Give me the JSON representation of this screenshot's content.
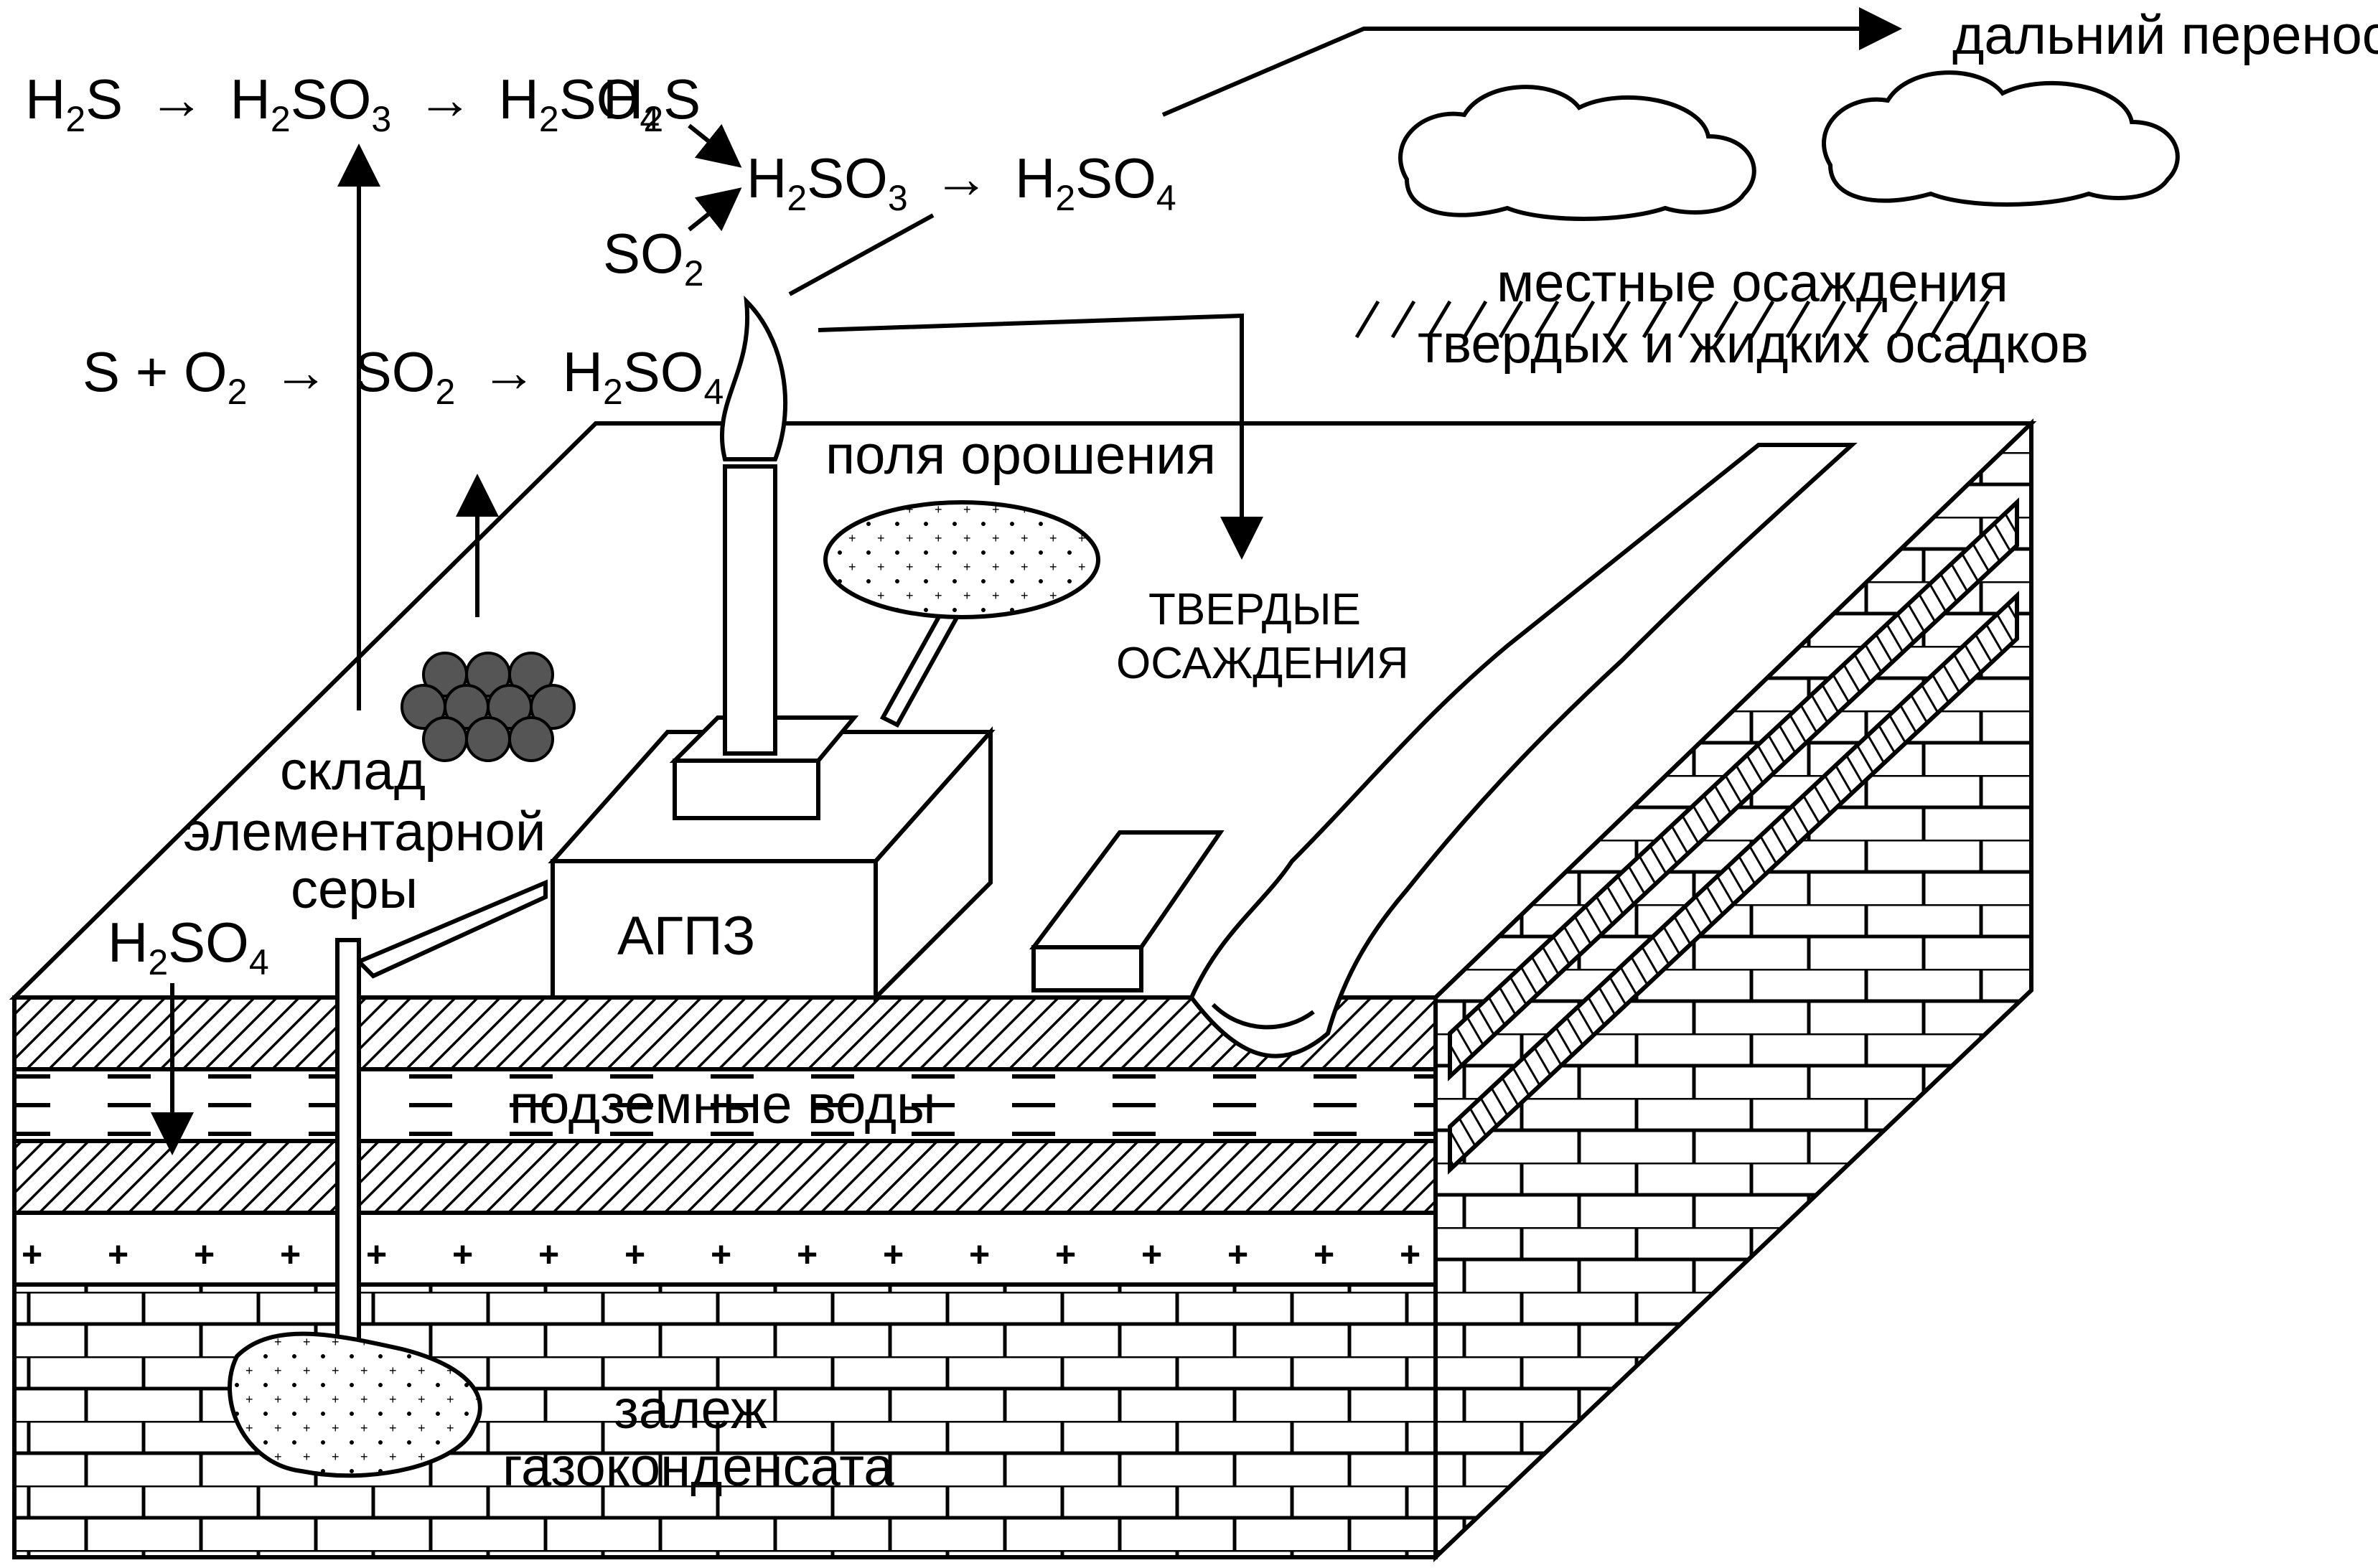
{
  "labels": {
    "long_range_transport": "дальний перенос",
    "local_deposition_1": "местные осаждения",
    "local_deposition_2": "твердых и жидких осадков",
    "irrigation_fields": "поля орошения",
    "solid_deposition_1": "ТВЕРДЫЕ",
    "solid_deposition_2": "ОСАЖДЕНИЯ",
    "sulfur_storage_1": "склад",
    "sulfur_storage_2": "элементарной",
    "sulfur_storage_3": "серы",
    "plant": "АГПЗ",
    "groundwater": "подземные воды",
    "gas_deposit_1": "залеж",
    "gas_deposit_2": "газоконденсата"
  },
  "equations": {
    "eq1": {
      "h2s": "H",
      "h2s_2": "2",
      "h2s_s": "S",
      "arrow1": "→",
      "h2so3": "H",
      "h2so3_2": "2",
      "h2so3_so": "SO",
      "h2so3_3": "3",
      "arrow2": "→",
      "h2so4": "H",
      "h2so4_2": "2",
      "h2so4_so": "SO",
      "h2so4_4": "4"
    },
    "eq2": {
      "h2s": "H",
      "h2s_2": "2",
      "h2s_s": "S",
      "so2": "SO",
      "so2_2": "2",
      "h2so3": "H",
      "h2so3_2": "2",
      "h2so3_so": "SO",
      "h2so3_3": "3",
      "arrow": "→",
      "h2so4": "H",
      "h2so4_2": "2",
      "h2so4_so": "SO",
      "h2so4_4": "4"
    },
    "eq3": {
      "s_o2": "S + O",
      "o2_2": "2",
      "arrow1": "→",
      "so2": "SO",
      "so2_2": "2",
      "arrow2": "→",
      "h2so4": "H",
      "h2so4_2": "2",
      "h2so4_so": "SO",
      "h2so4_4": "4"
    },
    "eq4": {
      "h2so4": "H",
      "h2so4_2": "2",
      "h2so4_so": "SO",
      "h2so4_4": "4"
    }
  }
}
